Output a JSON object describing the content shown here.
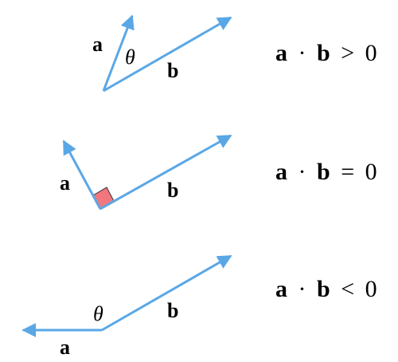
{
  "colors": {
    "vector": "#5aa7e6",
    "right_angle_fill": "#f2767e",
    "right_angle_stroke": "#333333",
    "text": "#000000"
  },
  "panels": [
    {
      "case": "positive",
      "vector_a_label": "a",
      "vector_b_label": "b",
      "angle_label": "θ",
      "relation": {
        "left": "a",
        "dot": "·",
        "right": "b",
        "operator": ">",
        "value": "0"
      }
    },
    {
      "case": "zero",
      "vector_a_label": "a",
      "vector_b_label": "b",
      "right_angle_marker": true,
      "relation": {
        "left": "a",
        "dot": "·",
        "right": "b",
        "operator": "=",
        "value": "0"
      }
    },
    {
      "case": "negative",
      "vector_a_label": "a",
      "vector_b_label": "b",
      "angle_label": "θ",
      "relation": {
        "left": "a",
        "dot": "·",
        "right": "b",
        "operator": "<",
        "value": "0"
      }
    }
  ]
}
